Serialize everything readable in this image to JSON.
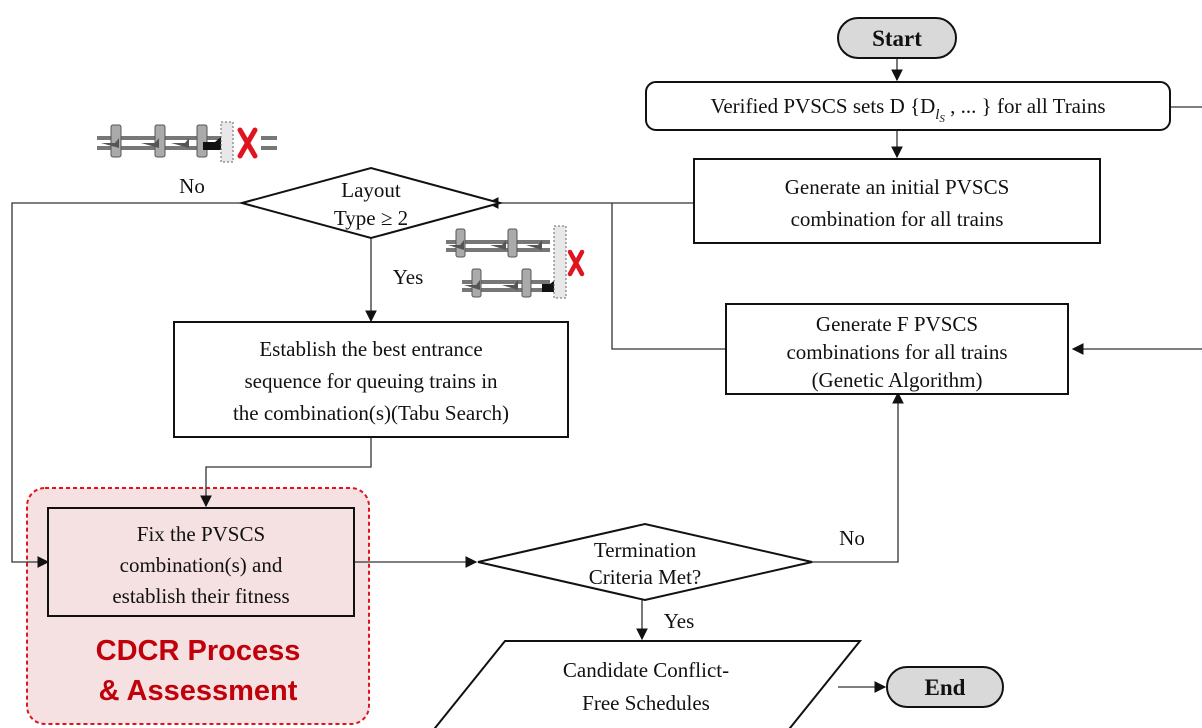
{
  "nodes": {
    "start": "Start",
    "verified": [
      "Verified PVSCS sets D {D",
      "l",
      "S",
      " , ... } for all Trains"
    ],
    "generate_initial": [
      "Generate an initial PVSCS",
      "combination for all trains"
    ],
    "layout_type": [
      "Layout",
      "Type ≥ 2"
    ],
    "establish_sequence": [
      "Establish the best entrance",
      "sequence for queuing trains in",
      "the combination(s)(Tabu Search)"
    ],
    "generate_f": [
      "Generate F PVSCS",
      "combinations for all trains",
      "(Genetic Algorithm)"
    ],
    "fix_combination": [
      "Fix the PVSCS",
      "combination(s)  and",
      "establish their fitness"
    ],
    "termination": [
      "Termination",
      "Criteria Met?"
    ],
    "candidate": [
      "Candidate Conflict-",
      "Free Schedules"
    ],
    "end": "End"
  },
  "edge_labels": {
    "layout_no": "No",
    "layout_yes": "Yes",
    "termination_no": "No",
    "termination_yes": "Yes"
  },
  "cdcr_group": [
    "CDCR Process",
    "& Assessment"
  ],
  "colors": {
    "terminal_fill": "#d9d9d9",
    "cdcr_fill": "#f5e1e1",
    "cdcr_border": "#e0141e",
    "cdcr_text": "#c0000a",
    "cross_mark": "#e0141e"
  }
}
